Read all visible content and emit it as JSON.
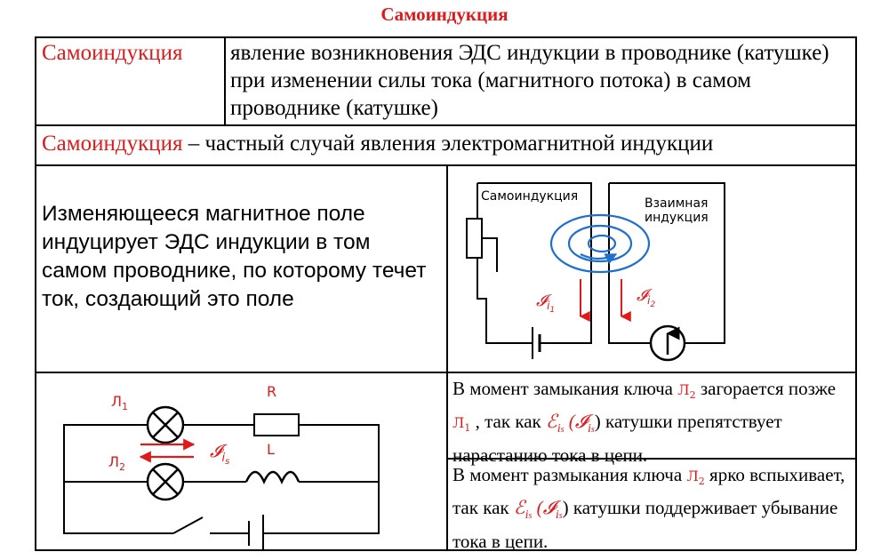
{
  "title": "Самоиндукция",
  "definition_row": {
    "term": "Самоиндукция",
    "definition": "явление возникновения ЭДС индукции в проводнике (катушке) при изменении силы тока (магнитного потока) в самом проводнике (катушке)"
  },
  "special_case_row": {
    "term": "Самоиндукция",
    "text": " – частный случай явления электромагнитной индукции"
  },
  "explanation": "Изменяющееся магнитное поле индуцирует ЭДС индукции в том самом проводнике, по которому течет ток, создающий это поле",
  "diagram_induction": {
    "left_label": "Самоиндукция",
    "right_label_line1": "Взаимная",
    "right_label_line2": "индукция",
    "current_left": "𝓘",
    "current_left_sub": "i",
    "current_left_subsub": "1",
    "current_right": "𝓘",
    "current_right_sub": "i",
    "current_right_subsub": "2"
  },
  "circuit": {
    "lamp1_label": "Л",
    "lamp1_sub": "1",
    "lamp2_label": "Л",
    "lamp2_sub": "2",
    "resistor_label": "R",
    "inductor_label": "L",
    "current_label": "𝓘",
    "current_sub": "i",
    "current_subsub": "s"
  },
  "closing_text": {
    "part1": "В момент замыкания ключа ",
    "lamp": "Л",
    "lamp_sub": "2",
    "part2": " загорается позже ",
    "lamp_b": "Л",
    "lamp_b_sub": "1",
    "part3": " , так как ",
    "emf": "ℰ",
    "emf_sub": "i",
    "emf_subsub": "s",
    "cur": "(𝓘",
    "cur_sub": "i",
    "cur_subsub": "s",
    "cur_close": ")",
    "part4": " катушки препятствует нарастанию тока в цепи."
  },
  "opening_text": {
    "part1": "В момент размыкания ключа ",
    "lamp": "Л",
    "lamp_sub": "2",
    "part2": "  ярко вспыхивает, так как ",
    "emf": "ℰ",
    "emf_sub": "i",
    "emf_subsub": "s",
    "cur": "(𝓘",
    "cur_sub": "i",
    "cur_subsub": "s",
    "cur_close": ")",
    "part3": " катушки поддерживает убывание тока в цепи."
  },
  "colors": {
    "accent_red": "#e0191b",
    "coil_blue": "#1f6fd1",
    "line": "#000000"
  }
}
